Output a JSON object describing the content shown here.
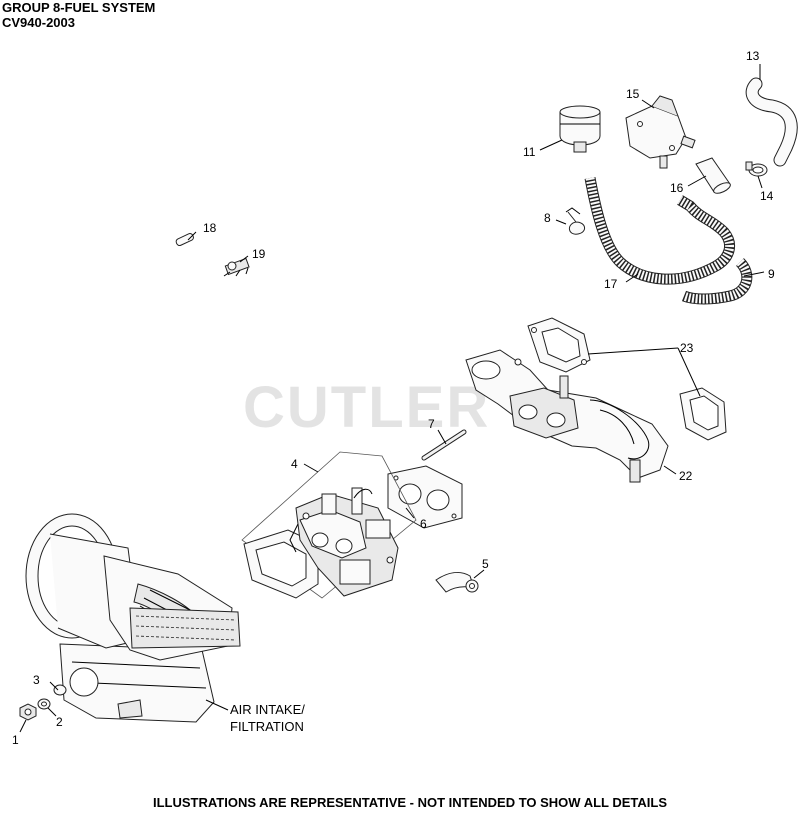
{
  "header": {
    "line1": "GROUP 8-FUEL SYSTEM",
    "line2": "CV940-2003"
  },
  "watermark": "CUTLER",
  "callouts": {
    "c1": "1",
    "c2": "2",
    "c3": "3",
    "c4": "4",
    "c5": "5",
    "c6": "6",
    "c7": "7",
    "c8": "8",
    "c9": "9",
    "c11": "11",
    "c13": "13",
    "c14": "14",
    "c15": "15",
    "c16": "16",
    "c17": "17",
    "c18": "18",
    "c19": "19",
    "c22": "22",
    "c23": "23"
  },
  "air_intake_label": {
    "line1": "AIR INTAKE/",
    "line2": "FILTRATION"
  },
  "footer": "ILLUSTRATIONS ARE REPRESENTATIVE - NOT INTENDED TO SHOW ALL DETAILS"
}
